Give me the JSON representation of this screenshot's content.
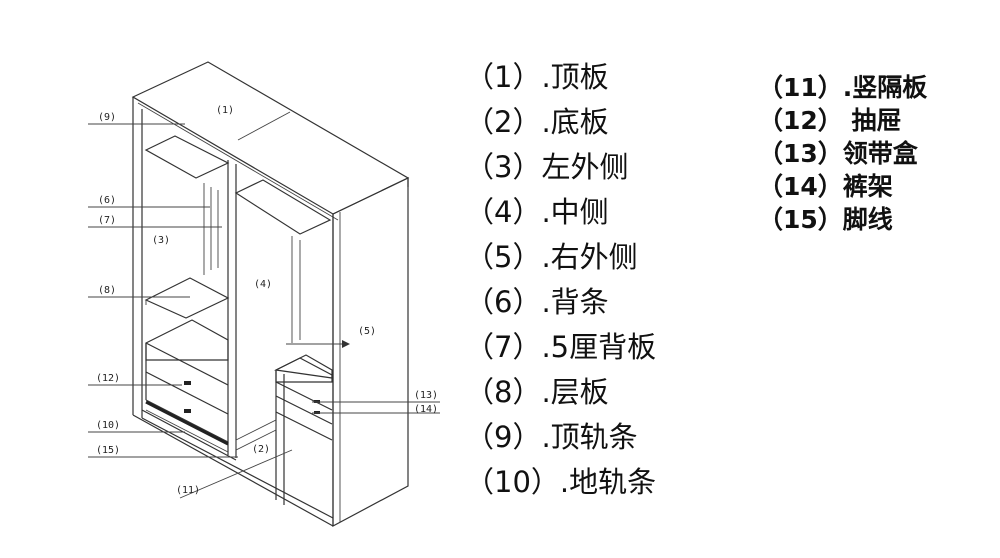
{
  "legend_left": [
    "（1）.顶板",
    "（2）.底板",
    "（3）左外侧",
    "（4）.中侧",
    "（5）.右外侧",
    "（6）.背条",
    "（7）.5厘背板",
    "（8）.层板",
    "（9）.顶轨条",
    "（10）.地轨条"
  ],
  "legend_right": [
    "（11）.竖隔板",
    "（12）  抽屉",
    "（13）领带盒",
    "（14）裤架",
    "（15）脚线"
  ],
  "callouts": {
    "c1": "(1)",
    "c2": "(2)",
    "c3": "(3)",
    "c4": "(4)",
    "c5": "(5)",
    "c6": "(6)",
    "c7": "(7)",
    "c8": "(8)",
    "c9": "(9)",
    "c10": "(10)",
    "c11": "(11)",
    "c12": "(12)",
    "c13": "(13)",
    "c14": "(14)",
    "c15": "(15)"
  }
}
